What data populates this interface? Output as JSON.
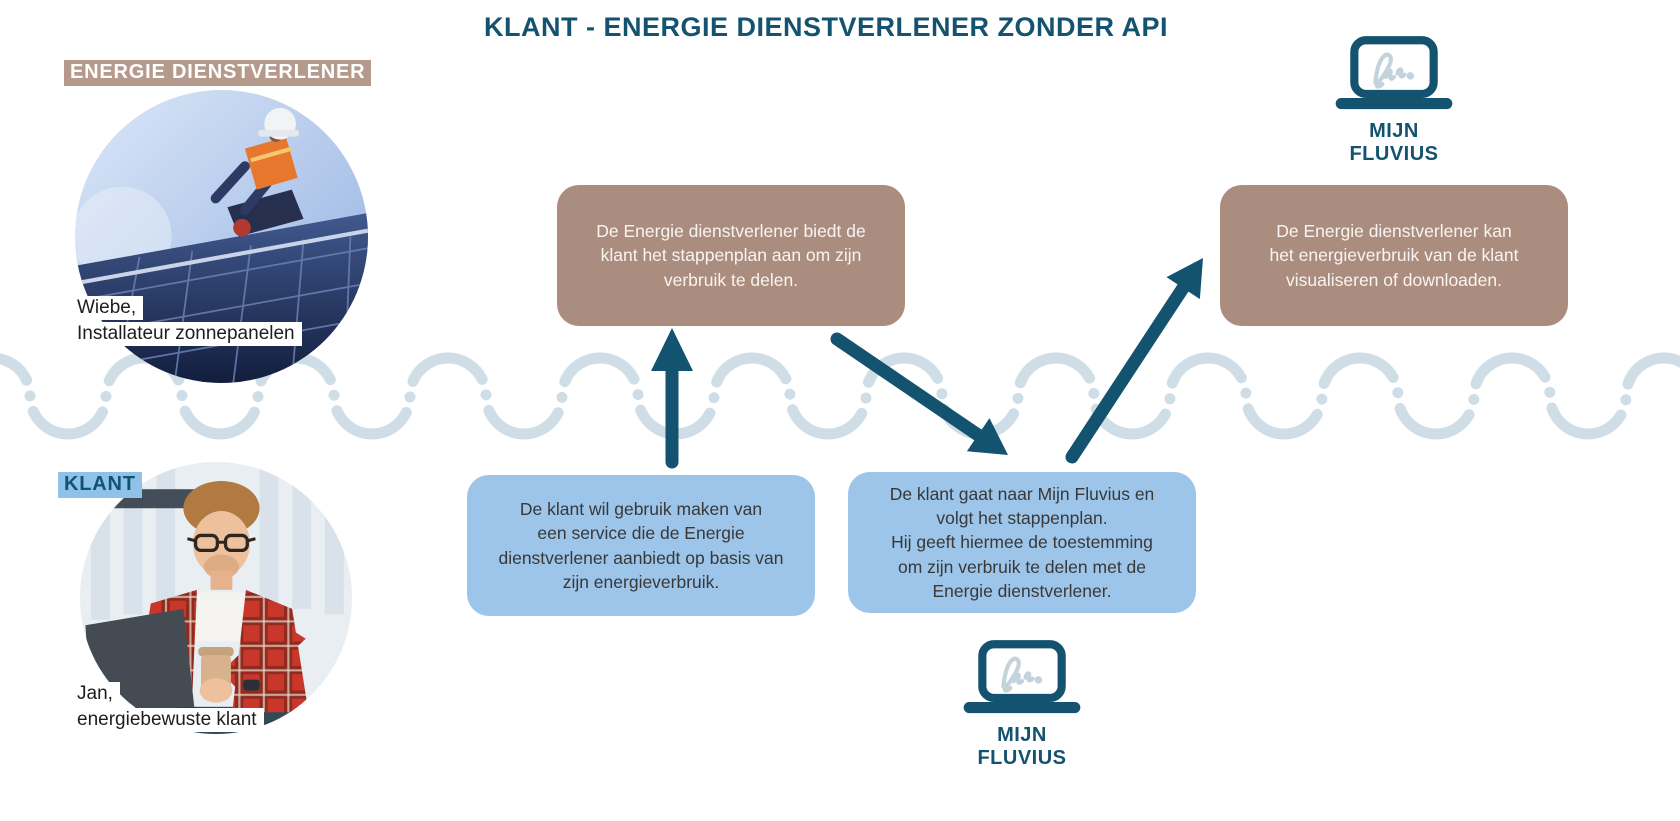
{
  "title": "KLANT - ENERGIE DIENSTVERLENER ZONDER API",
  "provider": {
    "label": "ENERGIE DIENSTVERLENER",
    "caption": "Wiebe,\nInstallateur zonnepanelen"
  },
  "client": {
    "label": "KLANT",
    "caption": "Jan,\nenergiebewuste klant"
  },
  "boxes": {
    "offer_plan": "De Energie dienstverlener biedt de\nklant het stappenplan aan om zijn\nverbruik te delen.",
    "visualize": "De Energie dienstverlener kan\nhet energieverbruik van de klant\nvisualiseren of downloaden.",
    "use_service": "De klant wil gebruik maken van\neen service die de Energie\ndienstverlener aanbiedt op basis van\nzijn energieverbruik.",
    "consent": "De klant gaat naar Mijn Fluvius en\nvolgt het stappenplan.\nHij geeft hiermee de toestemming\nom zijn verbruik te delen met de\nEnergie dienstverlener."
  },
  "logo": {
    "line1": "MIJN",
    "line2": "FLUVIUS"
  },
  "colors": {
    "teal": "#14536f",
    "taupe_box": "#ab8d7f",
    "taupe_label": "#b59a8c",
    "blue_box": "#9dc5ea",
    "blue_label": "#8fc2e9",
    "wave": "#cfdde6"
  }
}
